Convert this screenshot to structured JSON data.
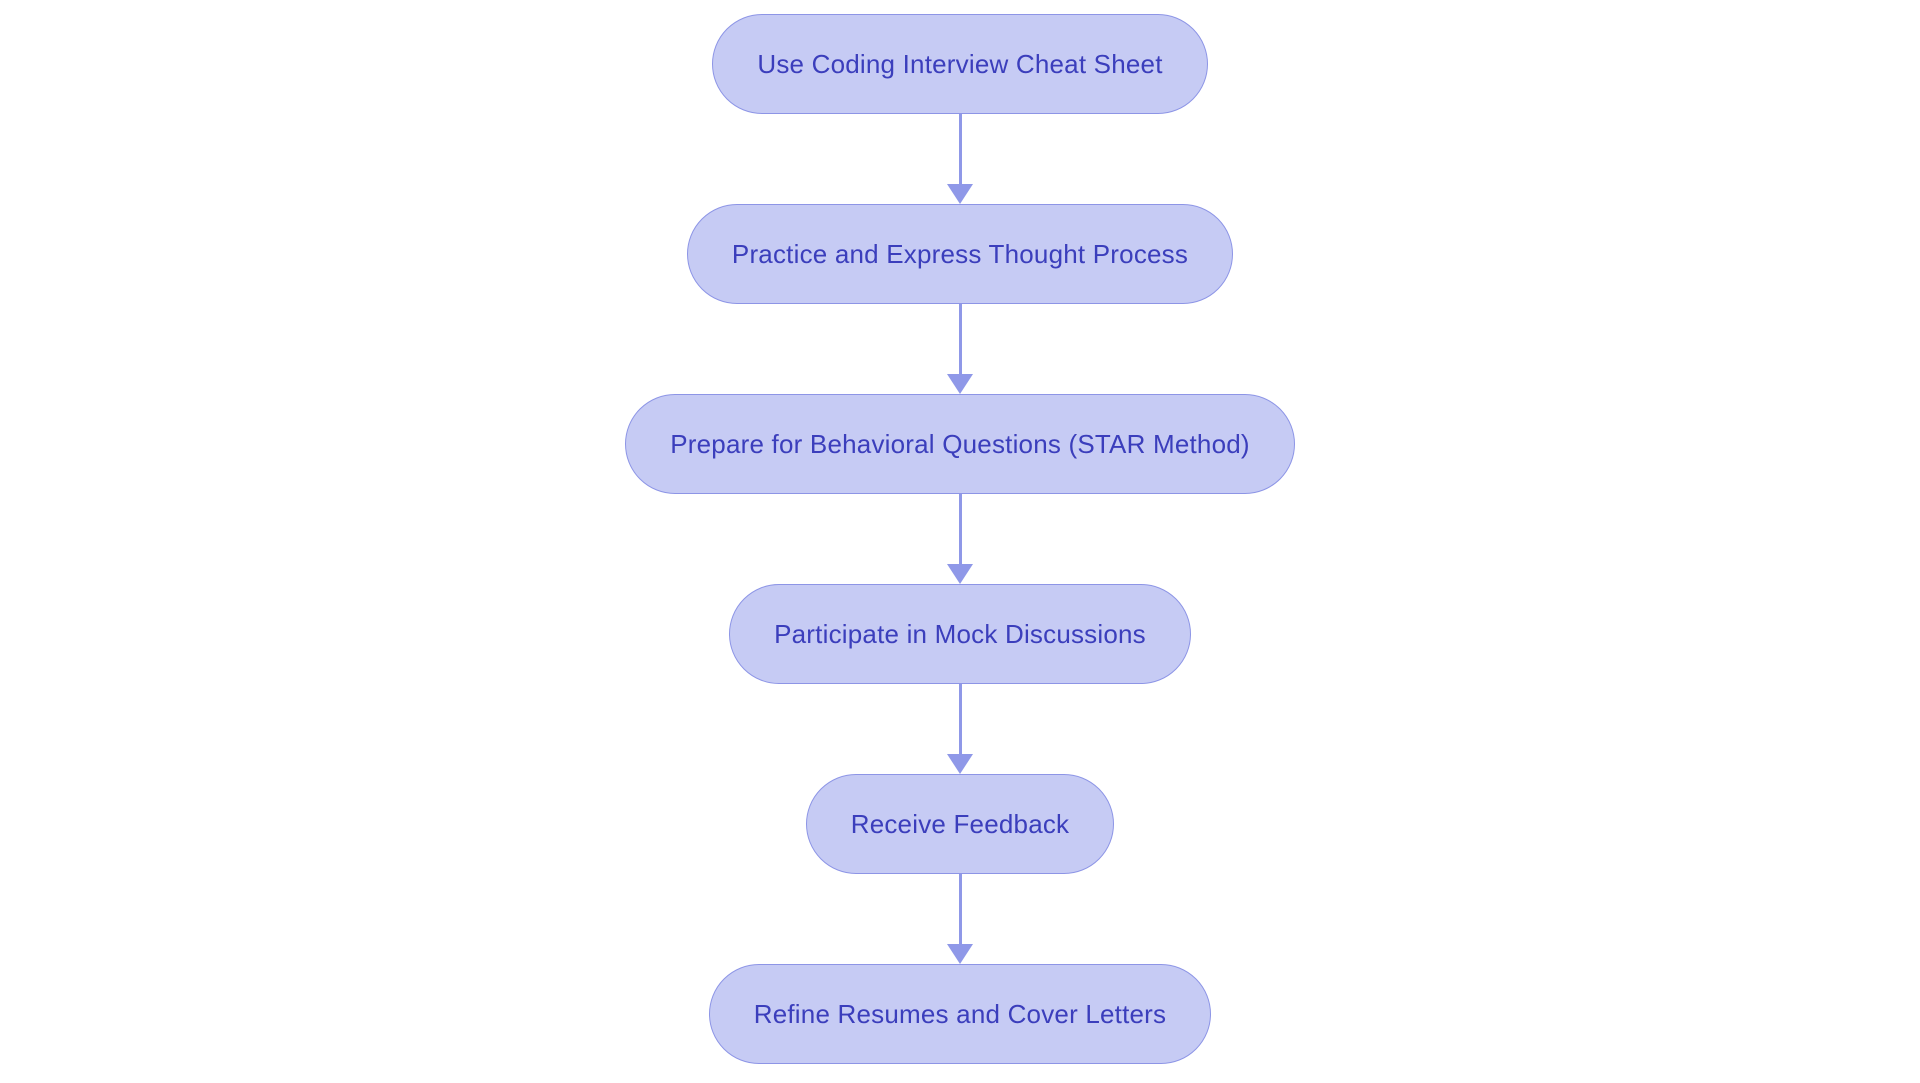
{
  "colors": {
    "node_fill": "#c6cbf4",
    "node_border": "#8d95e6",
    "node_text": "#3b3ebc",
    "arrow": "#8f98e8",
    "background": "#ffffff"
  },
  "flowchart": {
    "type": "vertical-process-flow",
    "nodes": [
      {
        "label": "Use Coding Interview Cheat Sheet"
      },
      {
        "label": "Practice and Express Thought Process"
      },
      {
        "label": "Prepare for Behavioral Questions (STAR Method)"
      },
      {
        "label": "Participate in Mock Discussions"
      },
      {
        "label": "Receive Feedback"
      },
      {
        "label": "Refine Resumes and Cover Letters"
      }
    ]
  }
}
